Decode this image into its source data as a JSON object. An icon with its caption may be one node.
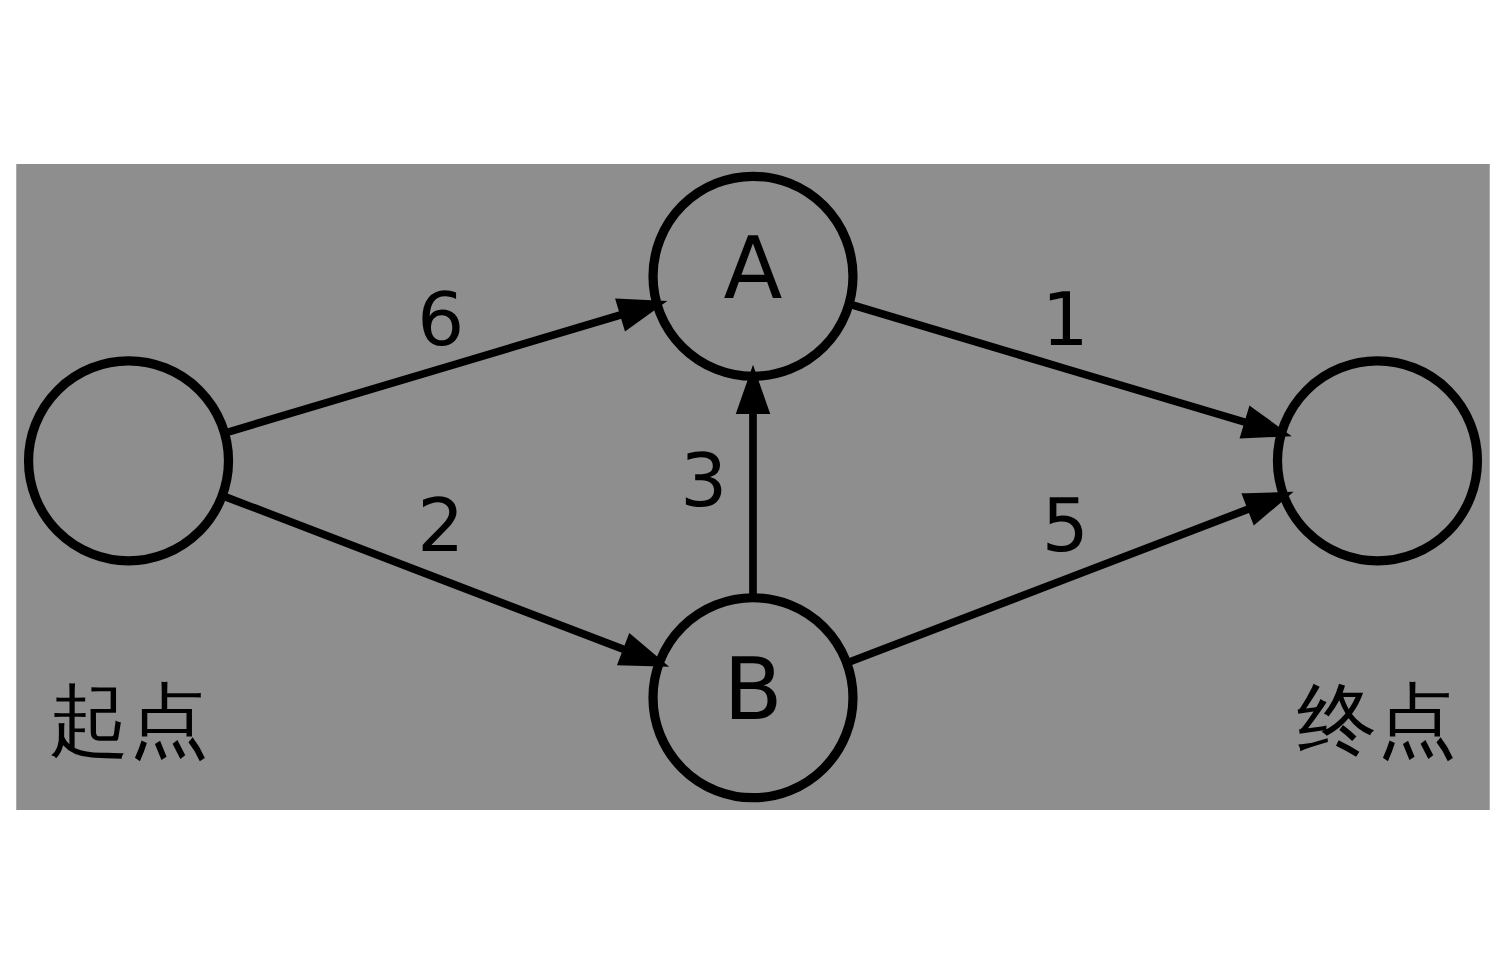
{
  "diagram": {
    "nodes": [
      {
        "text": [],
        "shape": "circle",
        "beside": [
          "起点"
        ]
      },
      {
        "text": [
          "A"
        ]
      },
      {
        "text": [
          "B"
        ]
      },
      {
        "text": [],
        "shape": "circle",
        "beside": [
          "终点"
        ]
      }
    ],
    "edges": [
      {
        "from": 0,
        "to": 1,
        "arrow": "to",
        "label": "6"
      },
      {
        "from": 0,
        "to": 2,
        "arrow": "to",
        "label": "2"
      },
      {
        "from": 2,
        "to": 1,
        "arrow": "to",
        "label": "3"
      },
      {
        "from": 1,
        "to": 3,
        "arrow": "to",
        "label": "1"
      },
      {
        "from": 2,
        "to": 3,
        "arrow": "to",
        "label": "5"
      }
    ]
  }
}
